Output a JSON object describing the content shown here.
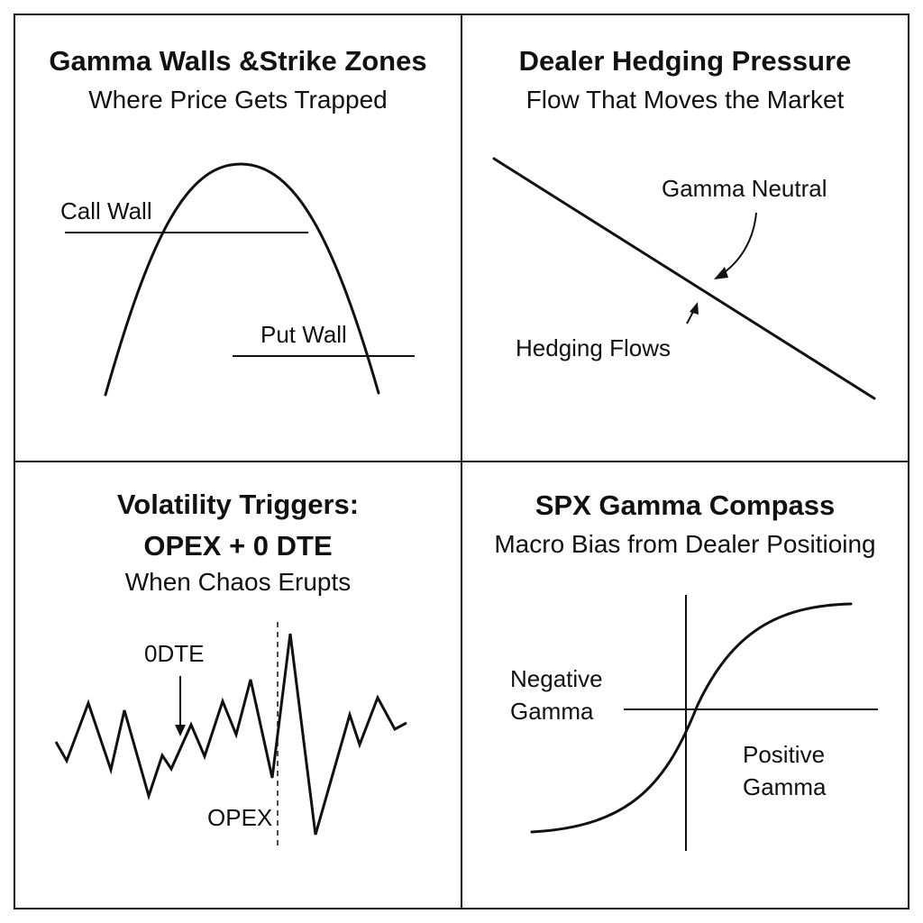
{
  "colors": {
    "ink": "#111111",
    "background": "#ffffff"
  },
  "panels": {
    "gamma_walls": {
      "title": "Gamma Walls &Strike Zones",
      "subtitle": "Where Price Gets Trapped",
      "labels": {
        "call_wall": "Call Wall",
        "put_wall": "Put Wall"
      }
    },
    "dealer_hedging": {
      "title": "Dealer Hedging Pressure",
      "subtitle": "Flow That Moves the Market",
      "labels": {
        "gamma_neutral": "Gamma Neutral",
        "hedging_flows": "Hedging Flows"
      }
    },
    "volatility_triggers": {
      "title_line1": "Volatility Triggers:",
      "title_line2": "OPEX + 0 DTE",
      "subtitle": "When Chaos Erupts",
      "labels": {
        "odte": "0DTE",
        "opex": "OPEX"
      }
    },
    "gamma_compass": {
      "title": "SPX Gamma Compass",
      "subtitle": "Macro Bias from Dealer Positioing",
      "labels": {
        "negative_line1": "Negative",
        "negative_line2": "Gamma",
        "positive_line1": "Positive",
        "positive_line2": "Gamma"
      }
    }
  }
}
